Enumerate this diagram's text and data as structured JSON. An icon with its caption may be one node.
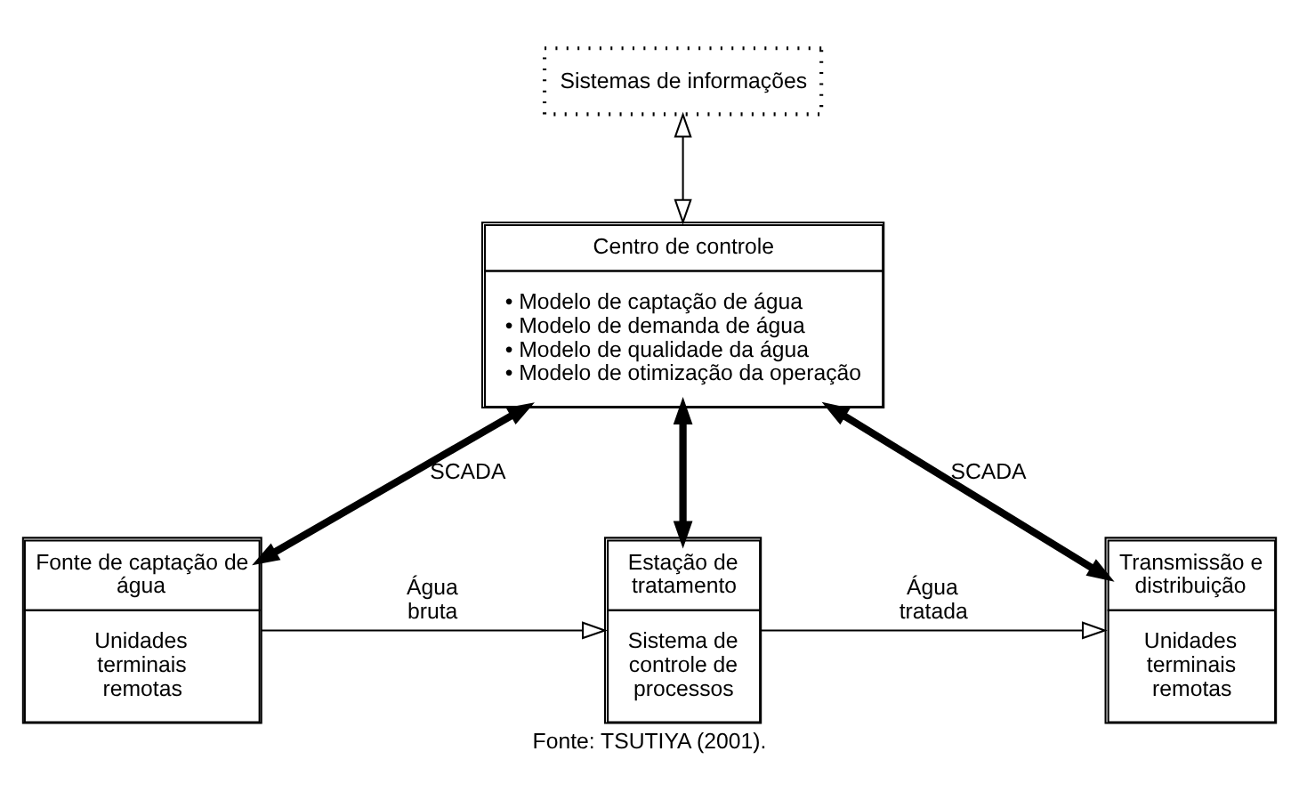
{
  "diagram": {
    "caption": "Fonte: TSUTIYA (2001).",
    "nodes": [
      {
        "text": [
          "Sistemas de informações"
        ]
      },
      {
        "text": [
          "Centro de controle",
          "• Modelo de captação de água",
          "• Modelo de demanda de água",
          "• Modelo de qualidade da água",
          "• Modelo de otimização da operação"
        ]
      },
      {
        "text": [
          "Fonte de captação de água",
          "Unidades terminais remotas"
        ]
      },
      {
        "text": [
          "Estação de tratamento",
          "Sistema de controle de processos"
        ]
      },
      {
        "text": [
          "Transmissão e distribuição",
          "Unidades terminais remotas"
        ]
      }
    ],
    "edges": [
      {
        "from": 0,
        "to": 1,
        "arrow": "both"
      },
      {
        "from": 1,
        "to": 2,
        "arrow": "both",
        "style": "thick",
        "label": "SCADA"
      },
      {
        "from": 1,
        "to": 3,
        "arrow": "both",
        "style": "thick"
      },
      {
        "from": 1,
        "to": 4,
        "arrow": "both",
        "style": "thick",
        "label": "SCADA"
      },
      {
        "from": 2,
        "to": 3,
        "arrow": "to",
        "label": "Água bruta"
      },
      {
        "from": 3,
        "to": 4,
        "arrow": "to",
        "label": "Água tratada"
      }
    ]
  }
}
